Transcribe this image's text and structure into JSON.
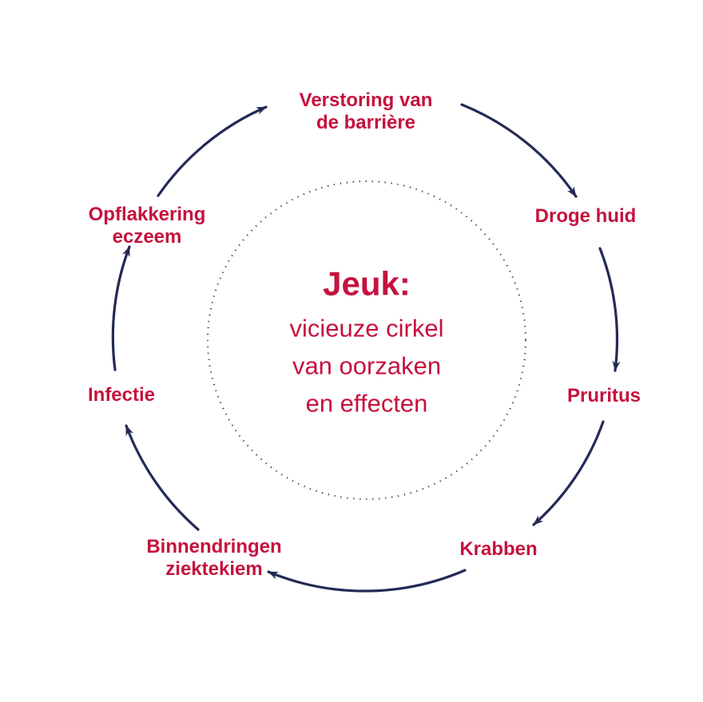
{
  "center": {
    "title": "Jeuk:",
    "subtitle": "vicieuze cirkel\nvan oorzaken\nen effecten"
  },
  "nodes": [
    {
      "id": "verstoring-barriere",
      "label": "Verstoring van\nde barrière"
    },
    {
      "id": "droge-huid",
      "label": "Droge huid"
    },
    {
      "id": "pruritus",
      "label": "Pruritus"
    },
    {
      "id": "krabben",
      "label": "Krabben"
    },
    {
      "id": "binnendringen-ziektekiem",
      "label": "Binnendringen\nziektekiem"
    },
    {
      "id": "infectie",
      "label": "Infectie"
    },
    {
      "id": "opflakkering-eczeem",
      "label": "Opflakkering\neczeem"
    }
  ],
  "cycle_order": [
    "verstoring-barriere",
    "droge-huid",
    "pruritus",
    "krabben",
    "binnendringen-ziektekiem",
    "infectie",
    "opflakkering-eczeem"
  ],
  "colors": {
    "label_red": "#C5123E",
    "arrow_navy": "#232A55",
    "dot_color": "#343A55",
    "background": "#FFFFFF"
  }
}
